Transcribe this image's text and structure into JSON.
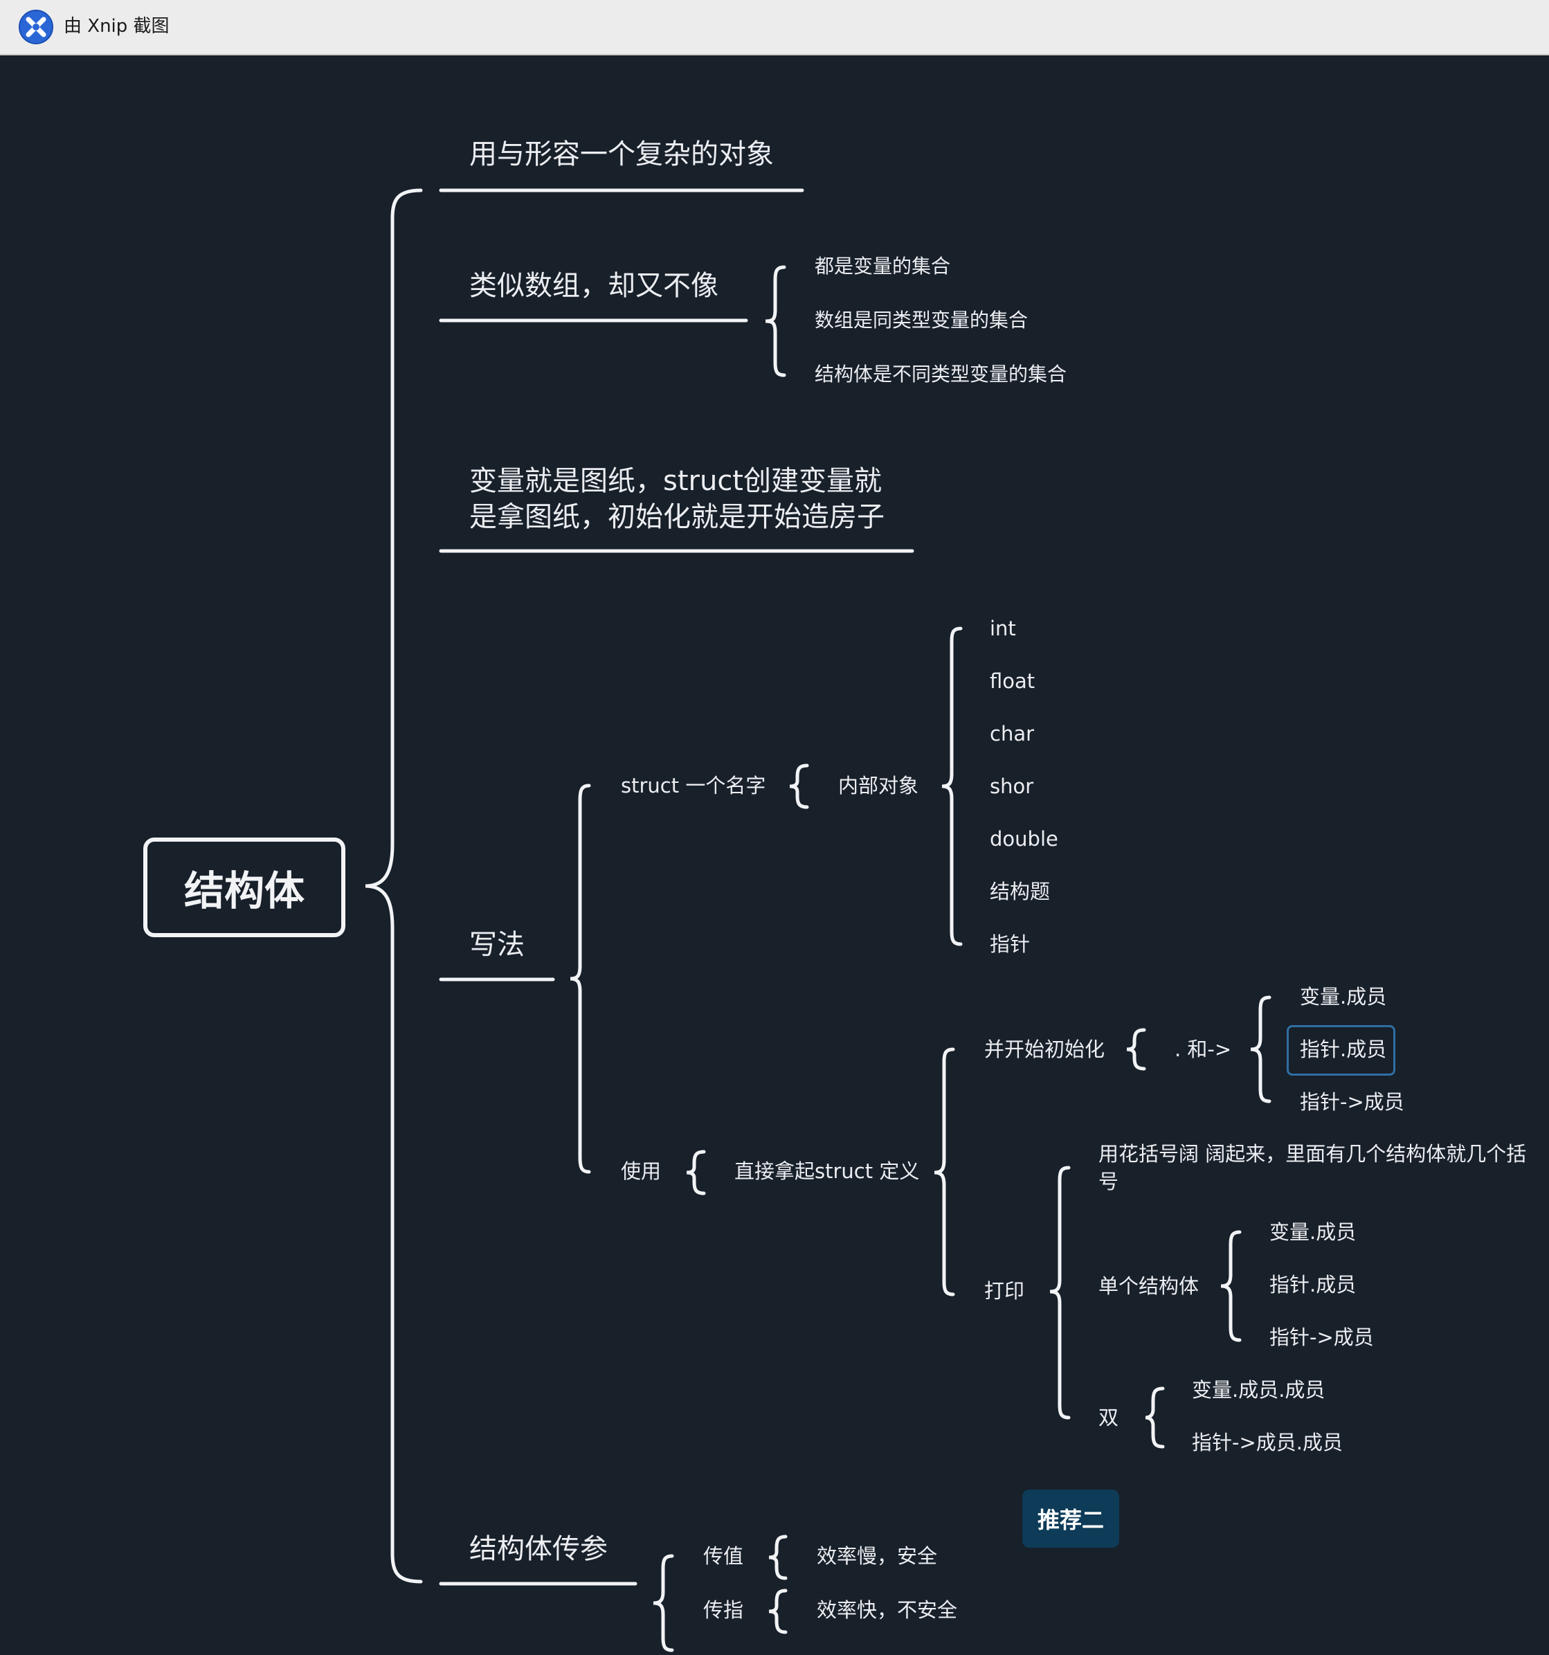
{
  "window": {
    "title": "由 Xnip 截图",
    "icon": "xnip-app-icon"
  },
  "root": {
    "label": "结构体"
  },
  "branches": {
    "b1": {
      "label": "用与形容一个复杂的对象"
    },
    "b2": {
      "label": "类似数组，却又不像",
      "children": [
        "都是变量的集合",
        "数组是同类型变量的集合",
        "结构体是不同类型变量的集合"
      ]
    },
    "b3": {
      "line1": "变量就是图纸，struct创建变量就",
      "line2": "是拿图纸，初始化就是开始造房子"
    },
    "b4": {
      "label": "写法",
      "struct": {
        "label": "struct   一个名字",
        "inner": "内部对象",
        "types": [
          "int",
          "float",
          "char",
          "shor",
          "double",
          "结构题",
          "指针"
        ]
      },
      "use": {
        "label": "使用",
        "direct": "直接拿起struct  定义",
        "init": {
          "label": "并开始初始化",
          "op": ". 和->",
          "items": [
            "变量.成员",
            "指针.成员",
            "指针->成员"
          ]
        },
        "print": {
          "label": "打印",
          "brace_line1": "用花括号阔 阔起来，里面有几个结构体就几个括",
          "brace_line2": "号",
          "single": {
            "label": "单个结构体",
            "items": [
              "变量.成员",
              "指针.成员",
              "指针->成员"
            ]
          },
          "double": {
            "label": "双",
            "items": [
              "变量.成员.成员",
              "指针->成员.成员"
            ]
          }
        }
      }
    },
    "b5": {
      "label": "结构体传参",
      "value": {
        "label": "传值",
        "desc": "效率慢，安全"
      },
      "pointer": {
        "label": "传指",
        "desc": "效率快，不安全"
      }
    }
  },
  "recommend": {
    "label": "推荐二"
  },
  "colors": {
    "background": "#18202a",
    "line": "#f2f3f5",
    "text": "#eceef1",
    "selection": "#2f6fa3",
    "badge": "#0d3b58"
  }
}
